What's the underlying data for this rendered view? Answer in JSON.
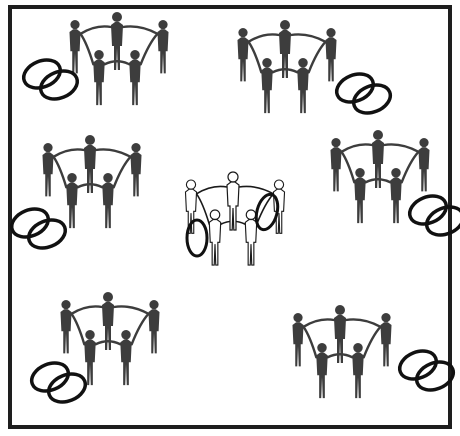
{
  "colors": {
    "background": "#ffffff",
    "field_border": "#1e1e1e",
    "figure_dark": "#3d3d3d",
    "figure_light": "#ffffff",
    "figure_outline": "#1a1a1a",
    "hoop": "#111111"
  },
  "icons": {
    "figure": "person-silhouette-icon",
    "hoops": "hula-hoop-pair-icon"
  },
  "groups": [
    {
      "id": "top-left",
      "style": "dark",
      "hoops": "lower-left"
    },
    {
      "id": "top-right",
      "style": "dark",
      "hoops": "lower-right"
    },
    {
      "id": "middle-left",
      "style": "dark",
      "hoops": "lower-left"
    },
    {
      "id": "middle-right",
      "style": "dark",
      "hoops": "lower-right"
    },
    {
      "id": "center",
      "style": "light",
      "hoops": "held"
    },
    {
      "id": "bottom-left",
      "style": "dark",
      "hoops": "lower-left"
    },
    {
      "id": "bottom-right",
      "style": "dark",
      "hoops": "lower-right"
    }
  ]
}
